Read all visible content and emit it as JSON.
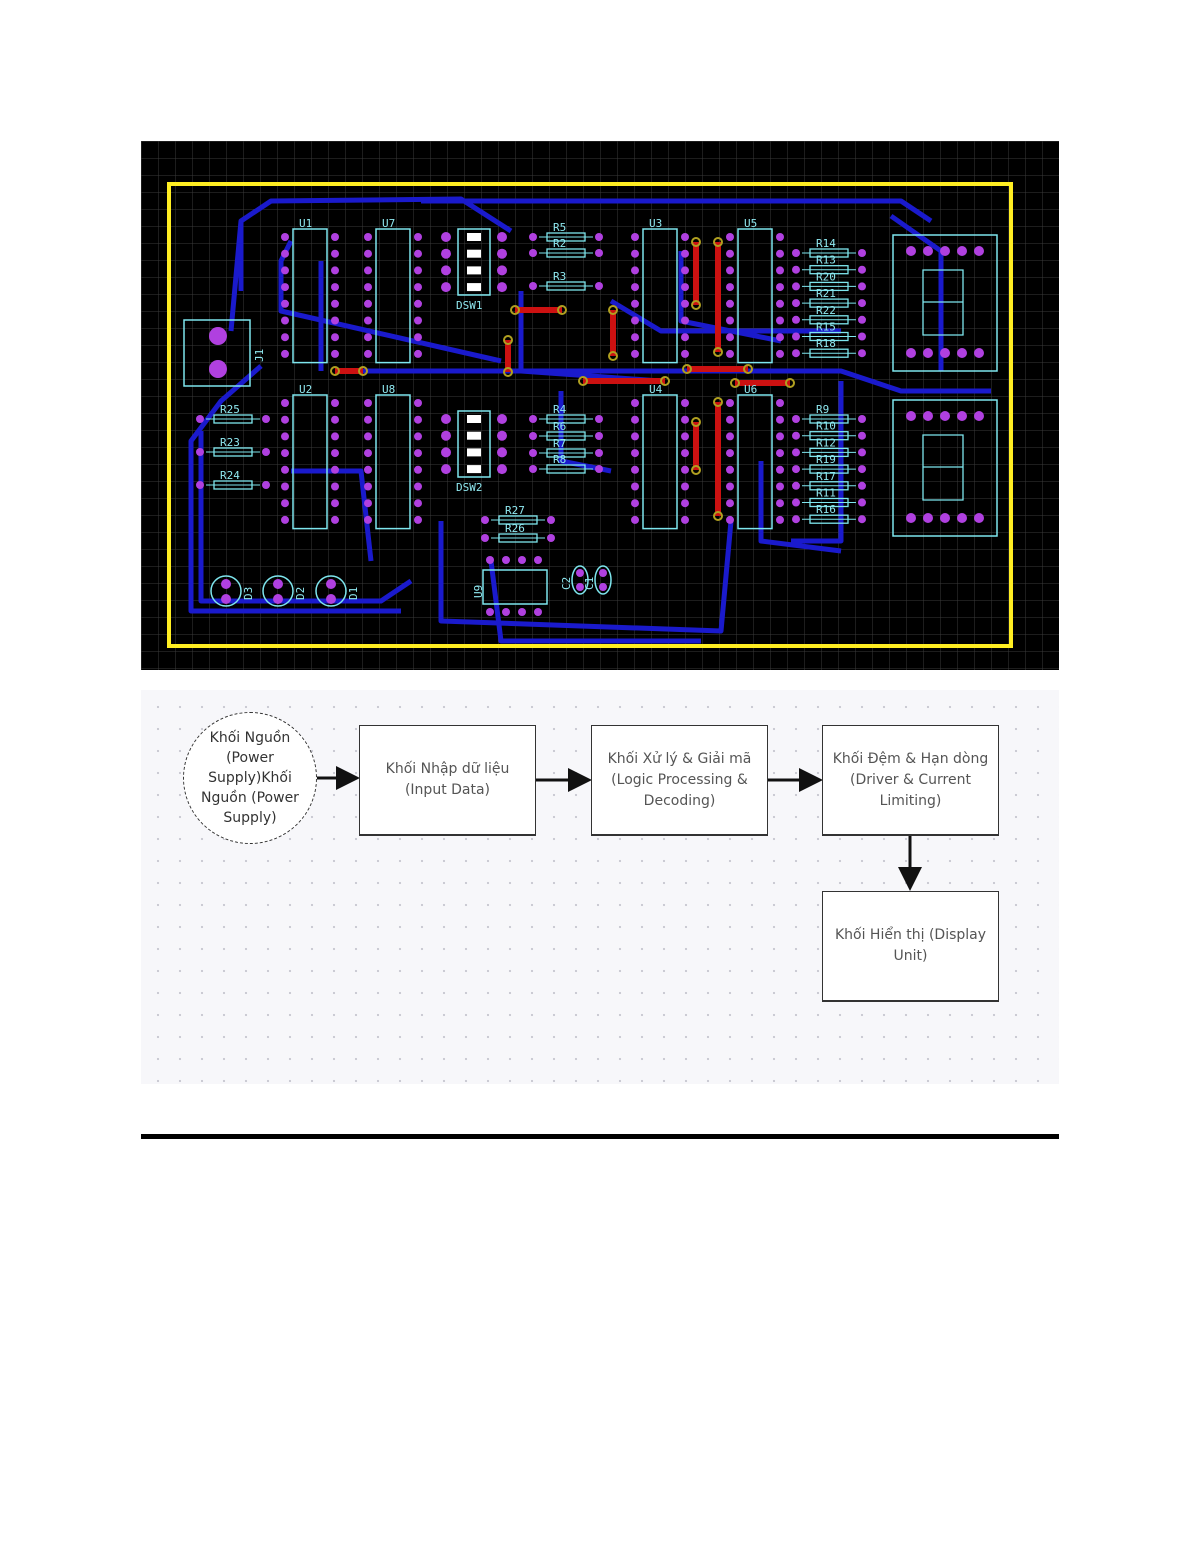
{
  "pcb": {
    "colors": {
      "background": "#000000",
      "board_outline": "#ffee22",
      "trace": "#1a1acc",
      "silkscreen": "#7ee6ee",
      "pad": "#b040e0",
      "jumper": "#cc1111"
    },
    "labels": {
      "u1": "U1",
      "u7": "U7",
      "u2": "U2",
      "u8": "U8",
      "u5": "U5",
      "u6": "U6",
      "u3": "U3",
      "u4": "U4",
      "u9": "U9",
      "dsw1": "DSW1",
      "dsw2": "DSW2",
      "j1": "J1",
      "r5": "R5",
      "r2": "R2",
      "r3": "R3",
      "r4": "R4",
      "r6": "R6",
      "r7": "R7",
      "r8": "R8",
      "r14": "R14",
      "r13": "R13",
      "r20": "R20",
      "r21": "R21",
      "r22": "R22",
      "r15": "R15",
      "r18": "R18",
      "r9": "R9",
      "r10": "R10",
      "r12": "R12",
      "r19": "R19",
      "r17": "R17",
      "r11": "R11",
      "r16": "R16",
      "r25": "R25",
      "r23": "R23",
      "r24": "R24",
      "r27": "R27",
      "r26": "R26",
      "c1": "C1",
      "c2": "C2",
      "d1": "D1",
      "d2": "D2",
      "d3": "D3"
    }
  },
  "diagram": {
    "power": "Khối Nguồn (Power Supply)Khối Nguồn (Power Supply)",
    "input": "Khối Nhập dữ liệu (Input Data)",
    "logic": "Khối Xử lý & Giải mã (Logic Processing & Decoding)",
    "driver": "Khối Đệm & Hạn dòng (Driver & Current Limiting)",
    "display": "Khối Hiển thị (Display Unit)"
  }
}
